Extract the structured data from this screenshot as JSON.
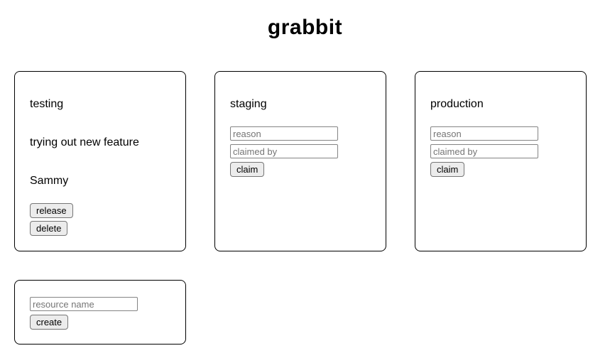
{
  "app": {
    "title": "grabbit"
  },
  "resources": [
    {
      "name": "testing",
      "state": "claimed",
      "reason": "trying out new feature",
      "claimed_by": "Sammy",
      "buttons": {
        "release": "release",
        "delete": "delete"
      }
    },
    {
      "name": "staging",
      "state": "unclaimed",
      "inputs": {
        "reason_placeholder": "reason",
        "claimed_by_placeholder": "claimed by"
      },
      "buttons": {
        "claim": "claim"
      }
    },
    {
      "name": "production",
      "state": "unclaimed",
      "inputs": {
        "reason_placeholder": "reason",
        "claimed_by_placeholder": "claimed by"
      },
      "buttons": {
        "claim": "claim"
      }
    }
  ],
  "create_form": {
    "name_placeholder": "resource name",
    "create_label": "create"
  },
  "colors": {
    "card_border": "#000000",
    "button_bg": "#ececec",
    "button_border": "#767676",
    "input_border": "#848484",
    "placeholder_text": "#757575",
    "text": "#000000",
    "background": "#ffffff"
  }
}
